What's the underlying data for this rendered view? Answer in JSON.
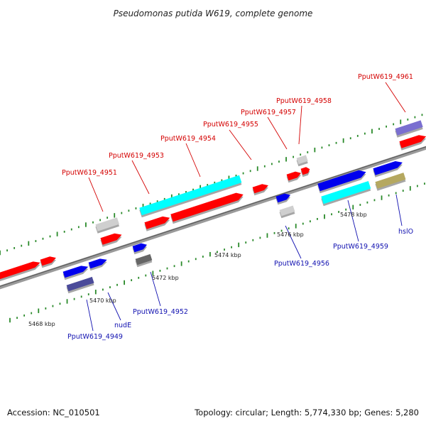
{
  "title": "Pseudomonas putida W619, complete genome",
  "colors": {
    "red": "#ff0000",
    "blue": "#0000ee",
    "cyan": "#00ffff",
    "lightgray": "#cfcfcf",
    "darkgray": "#666666",
    "navy": "#4b4b9a",
    "lavender": "#7a6fd0",
    "olive": "#b5a860",
    "label_red": "#d40000",
    "label_blue": "#1010b0",
    "backbone": "#888888",
    "tick": "#2a8a2a"
  },
  "scale_labels": [
    "5468 kbp",
    "5470 kbp",
    "5472 kbp",
    "5474 kbp",
    "5476 kbp",
    "5478 kbp"
  ],
  "gene_labels": {
    "top": [
      "PputW619_4951",
      "PputW619_4953",
      "PputW619_4954",
      "PputW619_4955",
      "PputW619_4957",
      "PputW619_4958",
      "PputW619_4961"
    ],
    "bottom": [
      "PputW619_4949",
      "nudE",
      "PputW619_4952",
      "PputW619_4956",
      "PputW619_4959",
      "hslO"
    ]
  },
  "footer": {
    "accession": "Accession: NC_010501",
    "topology": "Topology: circular; Length: 5,774,330 bp; Genes: 5,280"
  }
}
